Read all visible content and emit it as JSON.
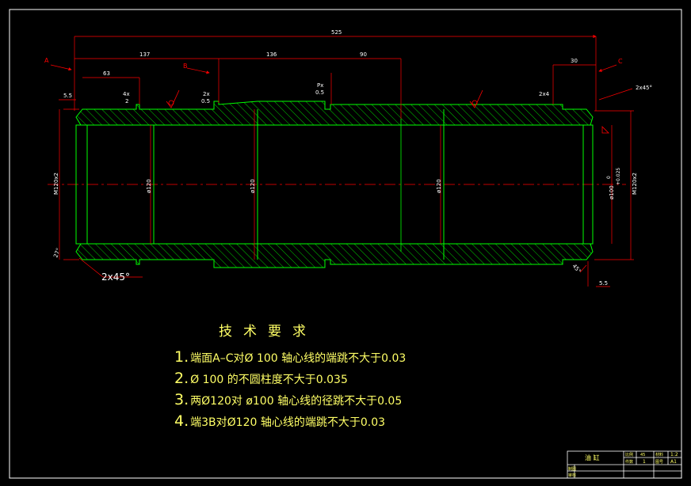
{
  "dimensions": {
    "overall": "525",
    "len_137": "137",
    "len_136": "136",
    "len_90": "90",
    "len_63": "63",
    "len_30": "30",
    "len_5_5_left": "5.5",
    "len_5_5_right": "5.5",
    "groove_4x2": "4x",
    "groove_4x2_sub": "2",
    "groove_2x05": "2x",
    "groove_2x05_sub": "0.5",
    "groove_px": "Px",
    "groove_px_sub": "0.5",
    "groove_2x4": "2x4",
    "dia_120_a": "ø120",
    "dia_120_b": "ø120",
    "dia_120_c": "ø120",
    "dia_100": "ø100",
    "tolerance": "+0.025",
    "tolerance_low": "0",
    "thread_left": "M120x2",
    "thread_right": "M120x2",
    "chamfer_top_right": "2x45°",
    "chamfer_bottom_left": "2x45°",
    "angle_left": "27°",
    "angle_right": "45°"
  },
  "labels": {
    "A": "A",
    "B": "B",
    "C": "C"
  },
  "notes": {
    "title": "技术要求",
    "items": [
      {
        "num": "1.",
        "text": "端面A–C对Ø 100  轴心线的端跳不大于0.03"
      },
      {
        "num": "2.",
        "text": "Ø 100  的不圆柱度不大于0.035"
      },
      {
        "num": "3.",
        "text": "两Ø120对 ø100  轴心线的径跳不大于0.05"
      },
      {
        "num": "4.",
        "text": "端3B对Ø120 轴心线的端跳不大于0.03"
      }
    ]
  },
  "title_block": {
    "part_name": "油 缸",
    "scale_label": "比例",
    "scale_value": "1:2",
    "quantity_label": "件数",
    "quantity_value": "1",
    "material_label": "材料",
    "material_value": "45",
    "drawing_label": "图号",
    "drawing_value": "A1",
    "drawn_by": "制图",
    "checked_by": "审核"
  },
  "colors": {
    "background": "#000000",
    "frame": "#ffffff",
    "part_outline": "#00ff00",
    "hatch": "#00ff00",
    "dimension": "#ff0000",
    "dimension_text": "#ffffff",
    "notes": "#ffff66",
    "centerline": "#ff0000"
  }
}
